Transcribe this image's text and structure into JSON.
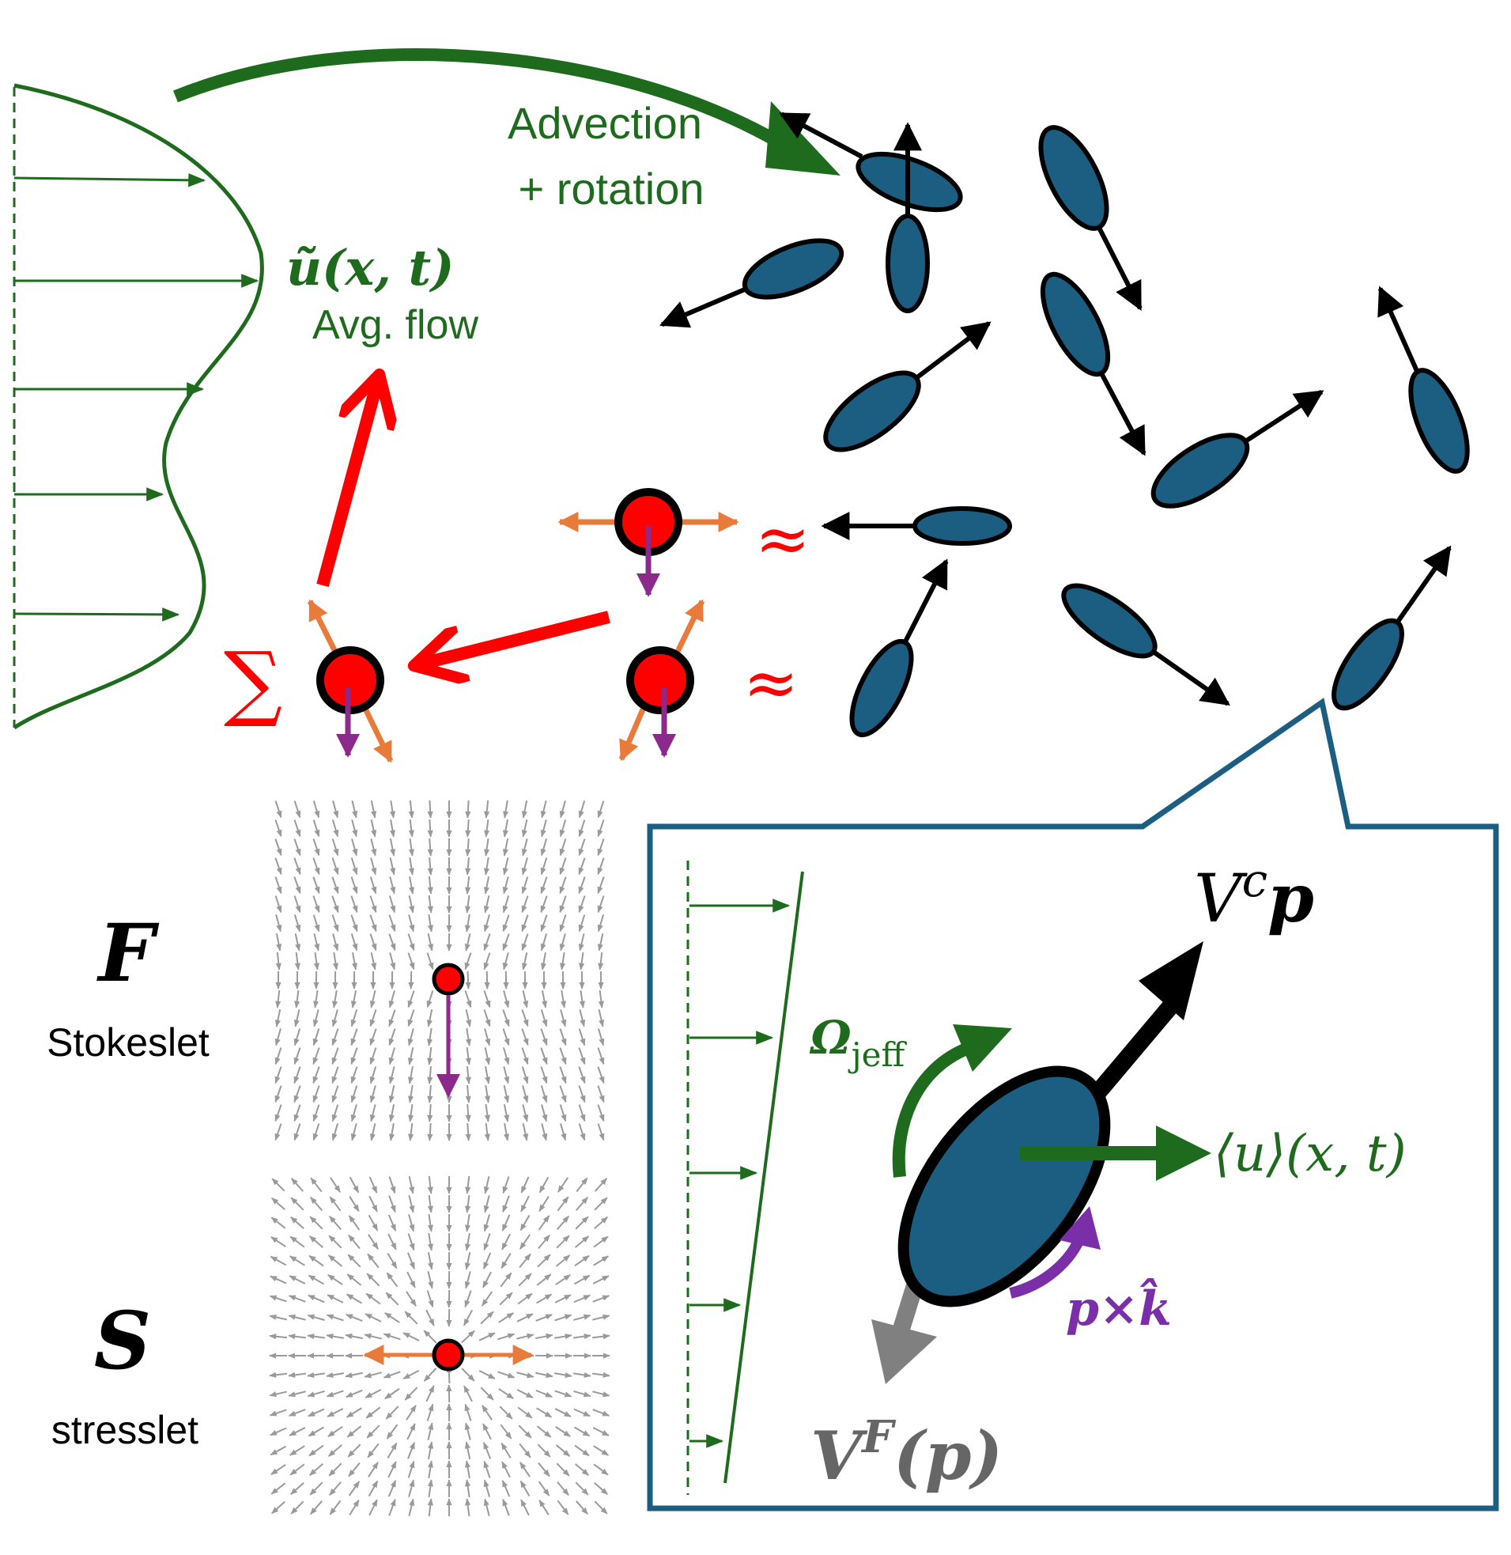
{
  "labels": {
    "advection_line1": "Advection",
    "advection_line2": "+ rotation",
    "avg_flow_symbol": "ũ(x, t)",
    "avg_flow_caption": "Avg. flow",
    "sum_symbol": "∑",
    "approx_symbol": "≈",
    "force_symbol": "F",
    "stokeslet": "Stokeslet",
    "stress_symbol": "S",
    "stresslet": "stresslet",
    "swim_velocity": "V",
    "swim_velocity_sup": "c",
    "swim_velocity_p": "p",
    "jeffery_omega": "Ω",
    "jeffery_sub": "jeff",
    "mean_flow": "⟨u⟩(x, t)",
    "sed_velocity": "V",
    "sed_velocity_sup": "F",
    "sed_velocity_arg": "(p)",
    "gyro_torque": "p×k̂"
  },
  "colors": {
    "green": "#1e6b1e",
    "red": "#ff0000",
    "orange": "#e87a3a",
    "purple": "#8b2a8b",
    "swimmer_fill": "#1b5e82",
    "panel_border": "#1b5e82",
    "grey_arrow": "#808080",
    "field_arrow": "#9a9a9a",
    "black": "#000000"
  },
  "icons": [
    "swimmer-icon",
    "point-force-icon",
    "flow-profile-icon",
    "stokeslet-field-icon",
    "stresslet-field-icon"
  ]
}
